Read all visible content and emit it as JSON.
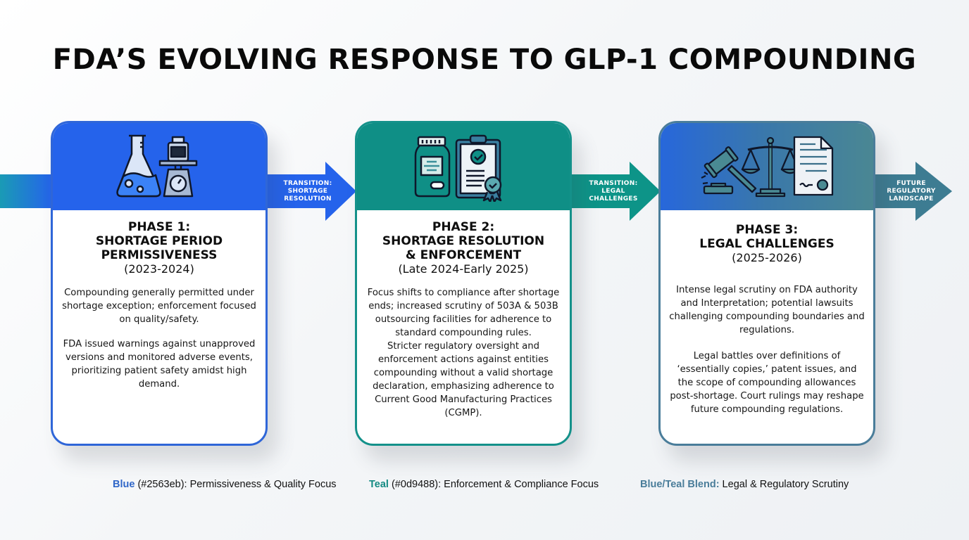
{
  "title": "FDA’S EVOLVING RESPONSE TO GLP-1 COMPOUNDING",
  "colors": {
    "blue": "#2563eb",
    "teal": "#0d9488",
    "blend": "#4a7d9a"
  },
  "transitions": [
    {
      "line1": "TRANSITION:",
      "line2": "SHORTAGE",
      "line3": "RESOLUTION"
    },
    {
      "line1": "TRANSITION:",
      "line2": "LEGAL",
      "line3": "CHALLENGES"
    },
    {
      "line1": "FUTURE",
      "line2": "REGULATORY",
      "line3": "LANDSCAPE"
    }
  ],
  "phases": [
    {
      "icon": "flask-and-scale-icon",
      "title_line1": "PHASE 1:",
      "title_line2": "SHORTAGE PERIOD",
      "title_line3": "PERMISSIVENESS",
      "dates": "(2023-2024)",
      "para1": "Compounding generally permitted under shortage exception; enforcement focused on quality/safety.",
      "para2": "FDA issued warnings against unapproved versions and monitored adverse events, prioritizing patient safety amidst high demand."
    },
    {
      "icon": "pill-bottle-and-checklist-icon",
      "title_line1": "PHASE 2:",
      "title_line2": "SHORTAGE RESOLUTION",
      "title_line3": "& ENFORCEMENT",
      "dates": "(Late 2024-Early 2025)",
      "para1": "Focus shifts to compliance after shortage ends; increased scrutiny of 503A & 503B outsourcing facilities for adherence to standard compounding rules.",
      "para2": "Stricter regulatory oversight and enforcement actions against entities compounding without a valid shortage declaration, emphasizing adherence to Current Good Manufacturing Practices (CGMP)."
    },
    {
      "icon": "gavel-scales-document-icon",
      "title_line1": "PHASE 3:",
      "title_line2": "LEGAL CHALLENGES",
      "dates": "(2025-2026)",
      "para1": "Intense legal scrutiny on FDA authority and Interpretation; potential lawsuits challenging compounding boundaries and regulations.",
      "para2": "Legal battles over definitions of ‘essentially copies,’ patent issues, and the scope of compounding allowances post-shortage. Court rulings may reshape future compounding regulations."
    }
  ],
  "legend": [
    {
      "key": "Blue",
      "detail": " (#2563eb): Permissiveness & Quality Focus"
    },
    {
      "key": "Teal",
      "detail": " (#0d9488): Enforcement & Compliance Focus"
    },
    {
      "key": "Blue/Teal Blend:",
      "detail": " Legal & Regulatory Scrutiny"
    }
  ]
}
